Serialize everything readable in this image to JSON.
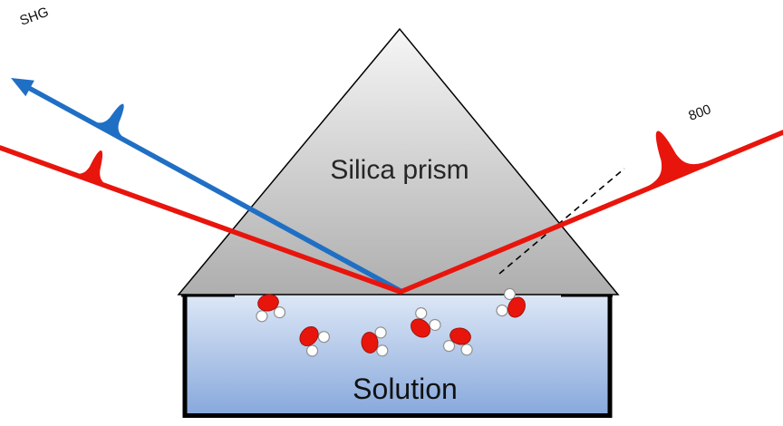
{
  "labels": {
    "shg": "SHG",
    "input_wavelength": "800",
    "prism": "Silica prism",
    "solution": "Solution"
  },
  "colors": {
    "fundamental_beam": "#e8150d",
    "shg_beam": "#1f6fc5",
    "prism_gradient_top": "#f6f6f6",
    "prism_gradient_bottom": "#aeaeae",
    "solution_gradient_top": "#dde7f6",
    "solution_gradient_bottom": "#85a7db",
    "outline": "#000000",
    "oxygen_atom": "#e8150d",
    "hydrogen_atom": "#ffffff"
  }
}
